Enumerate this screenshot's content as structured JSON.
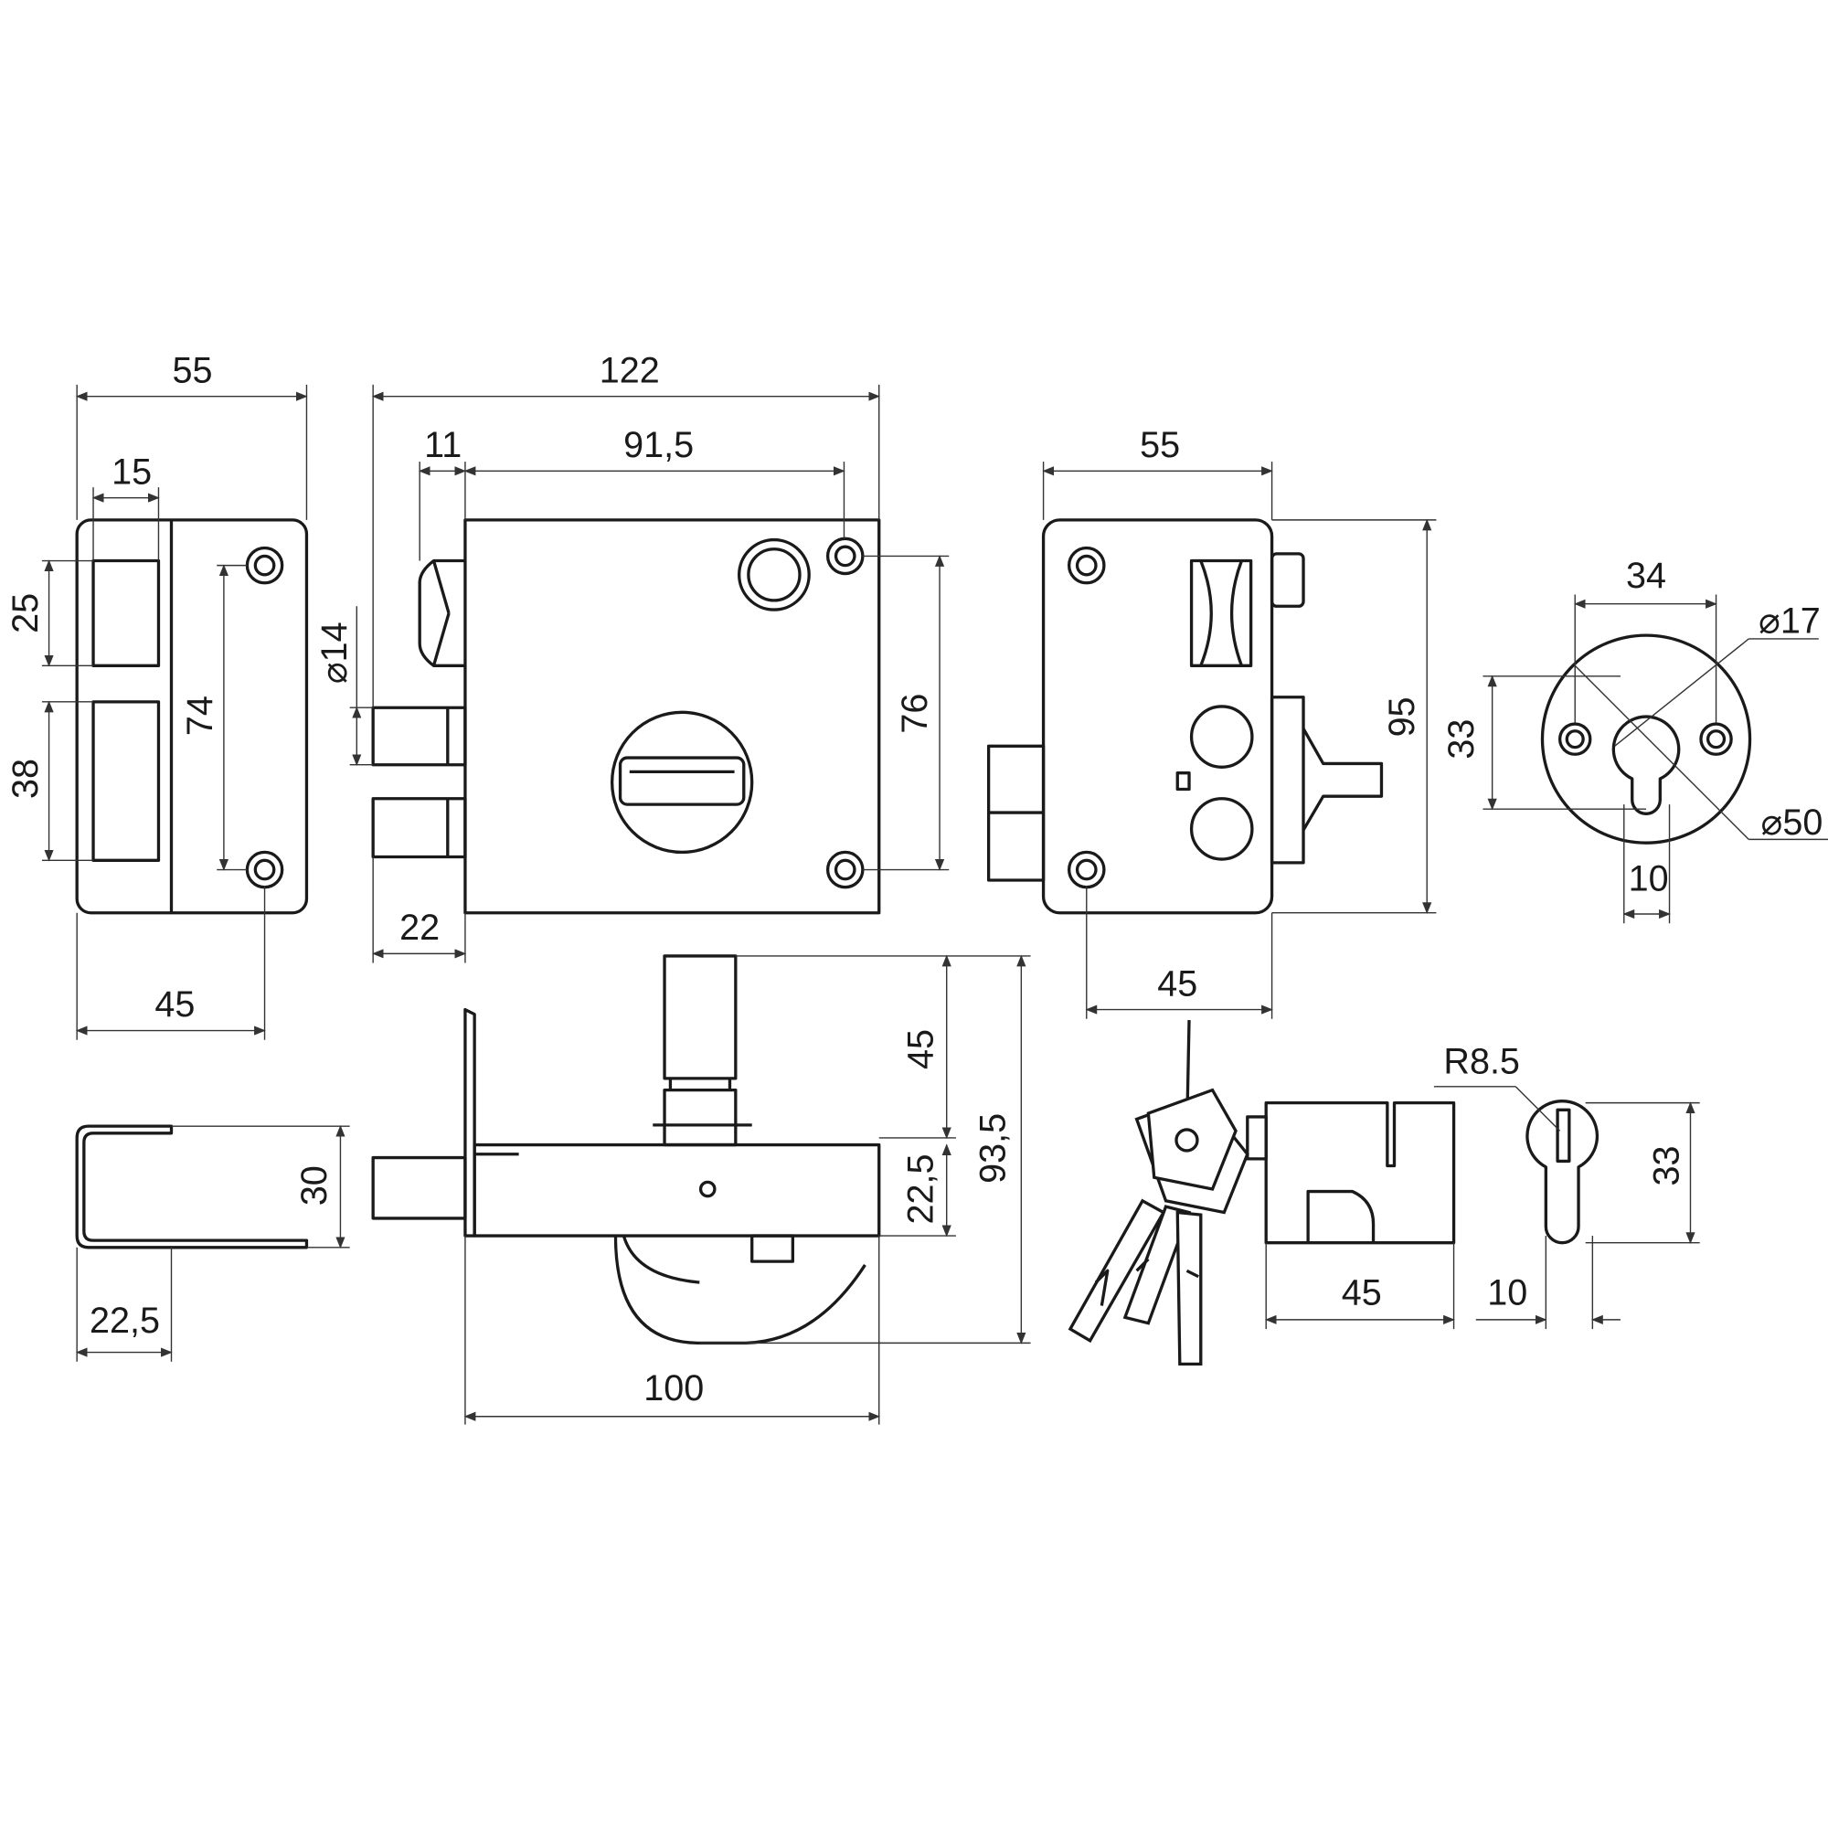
{
  "drawing": {
    "strike_front": {
      "width": "55",
      "slot_width": "15",
      "slot_top_height": "25",
      "slot_bottom_height": "38",
      "screw_spacing": "74",
      "screw_offset": "45"
    },
    "lock_front": {
      "overall_width": "122",
      "bolt_offset": "11",
      "screw_spacing_h": "91,5",
      "bolt_diameter": "⌀14",
      "bolt_projection": "22",
      "screw_spacing_v": "76"
    },
    "lock_back": {
      "width": "55",
      "height": "95",
      "screw_offset": "45"
    },
    "escutcheon": {
      "screw_spacing": "34",
      "hole_diameter": "⌀17",
      "height": "33",
      "outer_diameter": "⌀50",
      "slot_width": "10"
    },
    "strike_side": {
      "height": "30",
      "depth": "22,5"
    },
    "lock_side": {
      "knob_height": "45",
      "body_height": "22,5",
      "overall_height": "93,5",
      "depth": "100"
    },
    "cylinder": {
      "radius": "R8.5",
      "length": "45",
      "width": "10",
      "height": "33"
    }
  }
}
